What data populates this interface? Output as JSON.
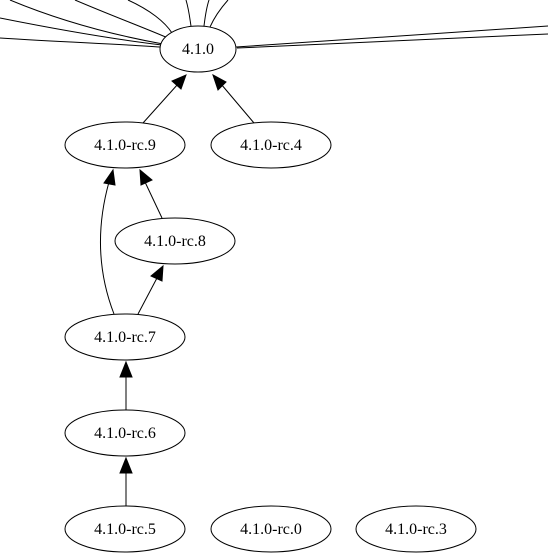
{
  "graph": {
    "nodes": [
      {
        "id": "n410",
        "label": "4.1.0"
      },
      {
        "id": "rc9",
        "label": "4.1.0-rc.9"
      },
      {
        "id": "rc4",
        "label": "4.1.0-rc.4"
      },
      {
        "id": "rc8",
        "label": "4.1.0-rc.8"
      },
      {
        "id": "rc7",
        "label": "4.1.0-rc.7"
      },
      {
        "id": "rc6",
        "label": "4.1.0-rc.6"
      },
      {
        "id": "rc5",
        "label": "4.1.0-rc.5"
      },
      {
        "id": "rc0",
        "label": "4.1.0-rc.0"
      },
      {
        "id": "rc3",
        "label": "4.1.0-rc.3"
      }
    ],
    "edges": [
      {
        "from": "rc9",
        "to": "n410"
      },
      {
        "from": "rc4",
        "to": "n410"
      },
      {
        "from": "rc8",
        "to": "rc9"
      },
      {
        "from": "rc7",
        "to": "rc9"
      },
      {
        "from": "rc7",
        "to": "rc8"
      },
      {
        "from": "rc6",
        "to": "rc7"
      },
      {
        "from": "rc5",
        "to": "rc6"
      }
    ],
    "colors": {
      "stroke": "#000000",
      "fill": "#ffffff",
      "background": "#ffffff"
    }
  }
}
